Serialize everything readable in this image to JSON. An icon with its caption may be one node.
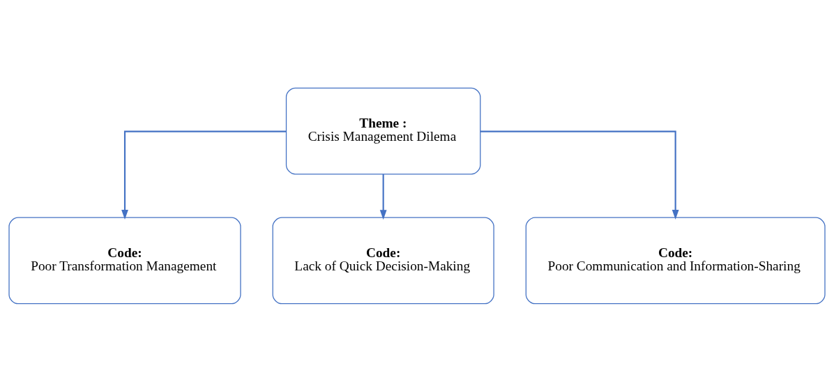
{
  "diagram": {
    "nodes": [
      {
        "text": [
          "Theme :",
          "Crisis Management Dilema"
        ]
      },
      {
        "text": [
          "Code:",
          "Poor Transformation Management"
        ]
      },
      {
        "text": [
          "Code:",
          "Lack of Quick Decision-Making"
        ]
      },
      {
        "text": [
          "Code:",
          "Poor Communication and Information-Sharing"
        ]
      }
    ],
    "edges": [
      {
        "from": 0,
        "to": 1,
        "arrow": "to"
      },
      {
        "from": 0,
        "to": 2,
        "arrow": "to"
      },
      {
        "from": 0,
        "to": 3,
        "arrow": "to"
      }
    ]
  }
}
